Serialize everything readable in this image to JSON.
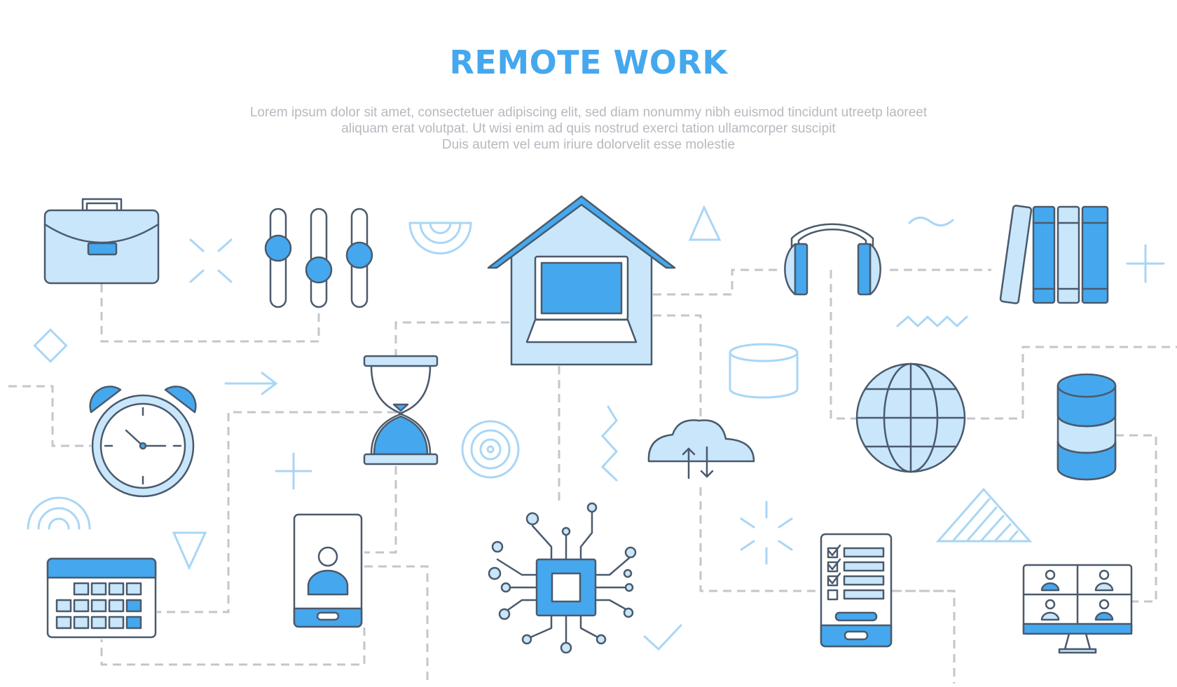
{
  "heading": {
    "title": "REMOTE WORK",
    "description_lines": [
      "Lorem ipsum dolor sit amet, consectetuer adipiscing elit, sed diam nonummy nibh euismod tincidunt utreetp laoreet",
      "aliquam erat volutpat. Ut wisi enim ad  quis nostrud exerci tation ullamcorper suscipit",
      "Duis autem vel eum iriure dolorvelit esse molestie"
    ]
  },
  "colors": {
    "primary": "#45a8ee",
    "light": "#c9e6fb",
    "outline": "#4a5a6c",
    "connector": "#c3c6cc",
    "deco": "#a9d6f6"
  },
  "icons": [
    "briefcase-icon",
    "sliders-icon",
    "house-laptop-icon",
    "headphones-icon",
    "books-icon",
    "alarm-clock-icon",
    "hourglass-icon",
    "globe-icon",
    "database-icon",
    "cloud-transfer-icon",
    "calendar-icon",
    "phone-profile-icon",
    "chip-circuit-icon",
    "checklist-phone-icon",
    "video-conference-icon"
  ]
}
